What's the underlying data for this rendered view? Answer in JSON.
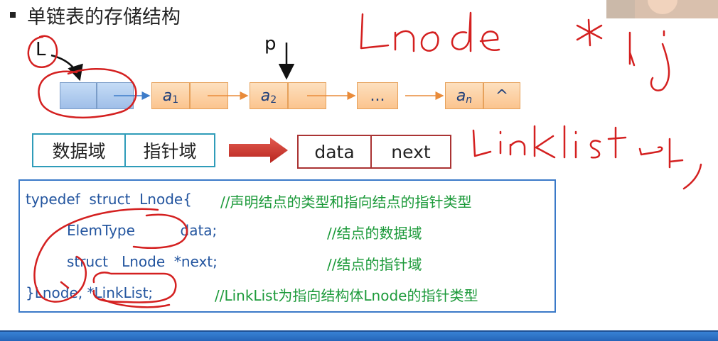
{
  "title": "单链表的存储结构",
  "diagram": {
    "label_L": "L",
    "label_p": "p",
    "nodes": [
      {
        "data": "a",
        "sub": "1"
      },
      {
        "data": "a",
        "sub": "2"
      },
      {
        "data": "..."
      },
      {
        "data": "a",
        "sub": "n",
        "next": "^"
      }
    ]
  },
  "fields": {
    "data_field_label": "数据域",
    "pointer_field_label": "指针域",
    "data_name": "data",
    "next_name": "next"
  },
  "code": {
    "line1_code": "typedef  struct  Lnode{",
    "line1_comment": "//声明结点的类型和指向结点的指针类型",
    "line2_code": "ElemType          data;",
    "line2_comment": "//结点的数据域",
    "line3_code": "struct   Lnode  *next;",
    "line3_comment": "//结点的指针域",
    "line4_code": "}Lnode, *LinkList;",
    "line4_comment": "//LinkList为指向结构体Lnode的指针类型"
  },
  "handwriting": {
    "line1": "Lnode *L;",
    "line2": "Linklist L;"
  },
  "colors": {
    "ink_red": "#d42020",
    "code_blue": "#23559f",
    "comment_green": "#1c9a3a",
    "node_blue": "#a9c6ee",
    "node_orange": "#fccf9d"
  }
}
